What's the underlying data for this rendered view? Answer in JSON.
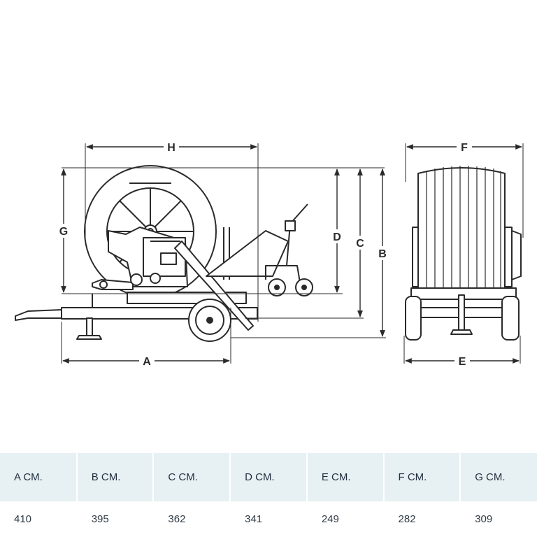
{
  "dimension_labels": {
    "a": "A",
    "b": "B",
    "c": "C",
    "d": "D",
    "e": "E",
    "f": "F",
    "g": "G",
    "h": "H"
  },
  "table": {
    "headers": [
      "A CM.",
      "B CM.",
      "C CM.",
      "D CM.",
      "E CM.",
      "F CM.",
      "G CM."
    ],
    "values": [
      "410",
      "395",
      "362",
      "341",
      "249",
      "282",
      "309"
    ]
  },
  "colors": {
    "line": "#2a2a2a",
    "header_bg": "#e7f0f3",
    "text": "#1f2d3d"
  }
}
